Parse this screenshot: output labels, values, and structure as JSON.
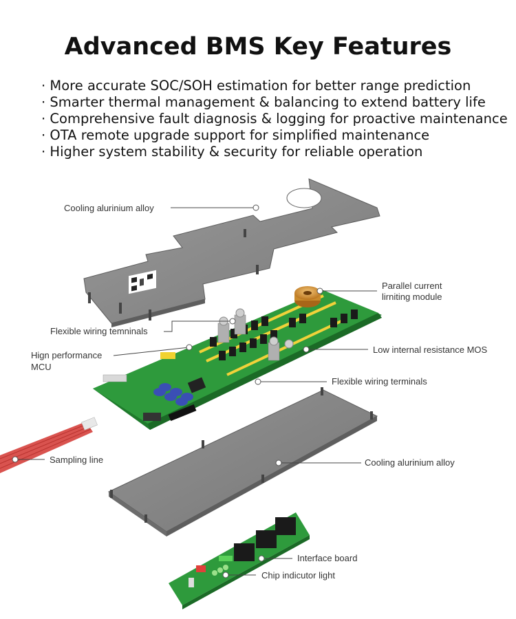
{
  "title": "Advanced BMS Key Features",
  "features": [
    "More accurate SOC/SOH estimation for better range prediction",
    "Smarter thermal management & balancing to extend battery life",
    "Comprehensive fault diagnosis & logging for proactive maintenance",
    "OTA remote upgrade support for simplified maintenance",
    "Higher system stability & security for reliable operation"
  ],
  "labels": {
    "cooling_top": "Cooling alurinium alloy",
    "parallel_line1": "Parallel current",
    "parallel_line2": "lirniting module",
    "flexible_wiring_temninals": "Flexible wiring temninals",
    "mcu_line1": "Hign performance",
    "mcu_line2": "MCU",
    "low_resistance_mos": "Low internal resistance MOS",
    "flexible_wiring_terminals": "Flexible wiring terminals",
    "sampling_line": "Sampling line",
    "cooling_bottom": "Cooling alurinium alloy",
    "interface_board": "Interface board",
    "chip_indicator_light": "Chip indicutor light"
  },
  "colors": {
    "pcb_green": "#2e9a3c",
    "heatsink_gray": "#8b8b8b",
    "ribbon_red": "#d9534f",
    "capacitor_blue": "#3a4fb5",
    "coil_copper": "#c98a2c"
  }
}
